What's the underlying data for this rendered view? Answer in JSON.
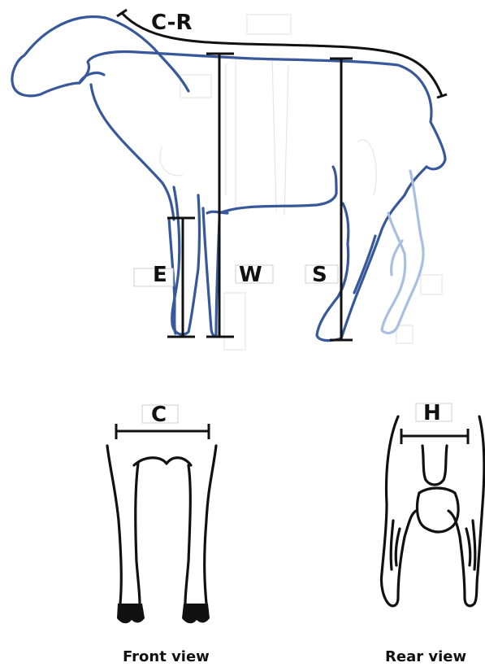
{
  "labels": {
    "crown_rump": "C-R",
    "elbow": "E",
    "withers": "W",
    "stifle": "S",
    "chest": "C",
    "hip": "H"
  },
  "captions": {
    "front": "Front view",
    "rear": "Rear view"
  },
  "colors": {
    "outline": "#37589a",
    "outline_light": "#a9bfe0",
    "measure": "#111111"
  }
}
